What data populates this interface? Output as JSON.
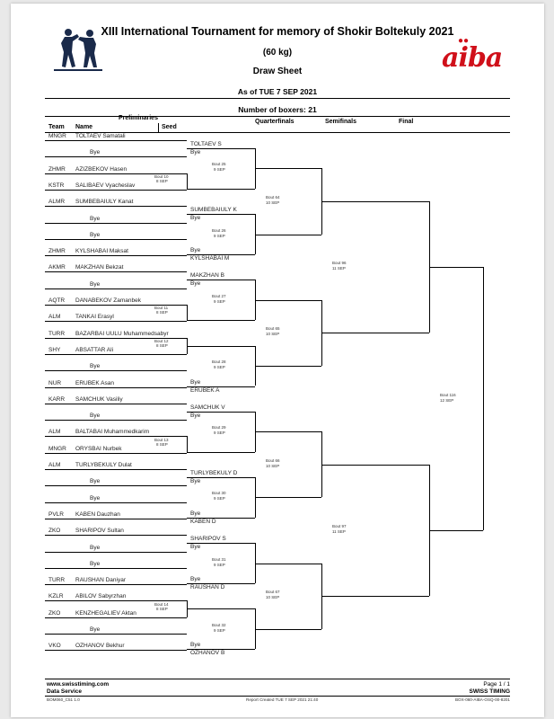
{
  "header": {
    "title": "XIII International Tournament for memory of Shokir Boltekuly 2021",
    "weight": "(60 kg)",
    "sheet_name": "Draw Sheet",
    "as_of": "As of TUE 7 SEP 2021",
    "boxers_count": "Number of boxers: 21",
    "logo_text": "aiba"
  },
  "columns": {
    "preliminaries": "Preliminaries",
    "team": "Team",
    "name": "Name",
    "seed": "Seed",
    "quarterfinals": "Quarterfinals",
    "semifinals": "Semifinals",
    "final": "Final"
  },
  "prelim_slots": [
    {
      "team": "MNGR",
      "name": "TOLTAEV Samatali"
    },
    {
      "team": "",
      "name": "Bye"
    },
    {
      "team": "ZHMR",
      "name": "AZIZBEKOV Hasen"
    },
    {
      "team": "KSTR",
      "name": "SALIBAEV Vyacheslav"
    },
    {
      "team": "ALMR",
      "name": "SUMBEBAIULY Kanat"
    },
    {
      "team": "",
      "name": "Bye"
    },
    {
      "team": "",
      "name": "Bye"
    },
    {
      "team": "ZHMR",
      "name": "KYLSHABAI Maksat"
    },
    {
      "team": "AKMR",
      "name": "MAKZHAN Bekzat"
    },
    {
      "team": "",
      "name": "Bye"
    },
    {
      "team": "AQTR",
      "name": "DANABEKOV Zamanbek"
    },
    {
      "team": "ALM",
      "name": "TANKAI Erasyl"
    },
    {
      "team": "TURR",
      "name": "BAZARBAI UULU Muhammedsabyr"
    },
    {
      "team": "SHY",
      "name": "ABSATTAR Ali"
    },
    {
      "team": "",
      "name": "Bye"
    },
    {
      "team": "NUR",
      "name": "ERUBEK Asan"
    },
    {
      "team": "KARR",
      "name": "SAMCHUK Vasiliy"
    },
    {
      "team": "",
      "name": "Bye"
    },
    {
      "team": "ALM",
      "name": "BALTABAI Muhammedkarim"
    },
    {
      "team": "MNGR",
      "name": "ORYSBAI Nurbek"
    },
    {
      "team": "ALM",
      "name": "TURLYBEKULY Dulat"
    },
    {
      "team": "",
      "name": "Bye"
    },
    {
      "team": "",
      "name": "Bye"
    },
    {
      "team": "PVLR",
      "name": "KABEN Dauzhan"
    },
    {
      "team": "ZKO",
      "name": "SHARIPOV Sultan"
    },
    {
      "team": "",
      "name": "Bye"
    },
    {
      "team": "",
      "name": "Bye"
    },
    {
      "team": "TURR",
      "name": "RAUSHAN Daniyar"
    },
    {
      "team": "KZLR",
      "name": "ABILOV Sabyrzhan"
    },
    {
      "team": "ZKO",
      "name": "KENZHEGALIEV Aktan"
    },
    {
      "team": "",
      "name": "Bye"
    },
    {
      "team": "VKO",
      "name": "OZHANOV Bekhur"
    }
  ],
  "prelim_bouts": [
    {
      "bout": "Bout 10",
      "date": "8 SEP"
    },
    {
      "bout": "Bout 11",
      "date": "8 SEP"
    },
    {
      "bout": "Bout 12",
      "date": "8 SEP"
    },
    {
      "bout": "Bout 13",
      "date": "8 SEP"
    },
    {
      "bout": "Bout 14",
      "date": "8 SEP"
    }
  ],
  "r16": [
    {
      "top": "TOLTAEV S",
      "top_sub": "Bye",
      "bout": "Bout 25",
      "date": "9 SEP",
      "bottom_sub": "",
      "bottom": ""
    },
    {
      "top": "SUMBEBAIULY K",
      "top_sub": "Bye",
      "bout": "Bout 26",
      "date": "9 SEP",
      "bottom_sub": "Bye",
      "bottom": "KYLSHABAI M"
    },
    {
      "top": "MAKZHAN B",
      "top_sub": "Bye",
      "bout": "Bout 27",
      "date": "9 SEP",
      "bottom_sub": "",
      "bottom": ""
    },
    {
      "top": "",
      "top_sub": "",
      "bout": "Bout 28",
      "date": "9 SEP",
      "bottom_sub": "Bye",
      "bottom": "ERUBEK A"
    },
    {
      "top": "SAMCHUK V",
      "top_sub": "Bye",
      "bout": "Bout 29",
      "date": "9 SEP",
      "bottom_sub": "",
      "bottom": ""
    },
    {
      "top": "TURLYBEKULY D",
      "top_sub": "Bye",
      "bout": "Bout 30",
      "date": "9 SEP",
      "bottom_sub": "Bye",
      "bottom": "KABEN D"
    },
    {
      "top": "SHARIPOV S",
      "top_sub": "Bye",
      "bout": "Bout 31",
      "date": "9 SEP",
      "bottom_sub": "Bye",
      "bottom": "RAUSHAN D"
    },
    {
      "top": "",
      "top_sub": "",
      "bout": "Bout 32",
      "date": "9 SEP",
      "bottom_sub": "Bye",
      "bottom": "OZHANOV B"
    }
  ],
  "quarterfinals": [
    {
      "bout": "Bout 64",
      "date": "10 SEP"
    },
    {
      "bout": "Bout 65",
      "date": "10 SEP"
    },
    {
      "bout": "Bout 66",
      "date": "10 SEP"
    },
    {
      "bout": "Bout 67",
      "date": "10 SEP"
    }
  ],
  "semifinals": [
    {
      "bout": "Bout 96",
      "date": "11 SEP"
    },
    {
      "bout": "Bout 97",
      "date": "11 SEP"
    }
  ],
  "final": {
    "bout": "Bout 116",
    "date": "12 SEP"
  },
  "footer": {
    "website": "www.swisstiming.com",
    "data_service": "Data Service",
    "page": "Page 1 / 1",
    "brand": "SWISS TIMING",
    "code_left": "BOM060_C51 1.0",
    "report_created": "Report Created  TUE 7 SEP 2021 21:40",
    "code_right": "BOX-060-AIBA-OSQ-00-8201"
  }
}
